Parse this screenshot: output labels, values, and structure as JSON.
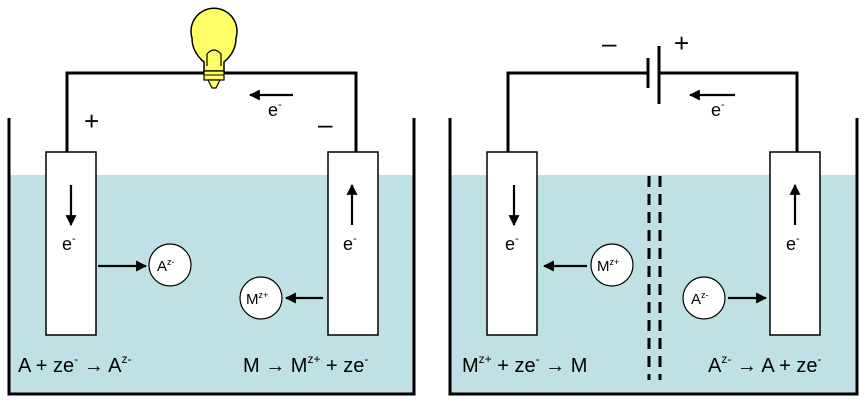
{
  "colors": {
    "electrolyte": "#bfe0e4",
    "bulb": "#ffff66",
    "stroke": "#000000",
    "electrode": "#ffffff"
  },
  "left_cell": {
    "plus_sign": "+",
    "minus_sign": "–",
    "wire_electron": {
      "base": "e",
      "sup": "-"
    },
    "left_electrode_electron": {
      "base": "e",
      "sup": "-"
    },
    "right_electrode_electron": {
      "base": "e",
      "sup": "-"
    },
    "anion": {
      "base": "A",
      "sup": "z-"
    },
    "cation": {
      "base": "M",
      "sup": "z+"
    },
    "eq_left": {
      "p1": "A + ze",
      "s1": "-",
      "p2": " → A",
      "s2": "z-"
    },
    "eq_right": {
      "p1": "M → M",
      "s1": "z+",
      "p2": " + ze",
      "s2": "-"
    },
    "icons": {
      "lamp": "light-bulb-icon"
    }
  },
  "right_cell": {
    "minus_sign": "–",
    "plus_sign": "+",
    "wire_electron": {
      "base": "e",
      "sup": "-"
    },
    "left_electrode_electron": {
      "base": "e",
      "sup": "-"
    },
    "right_electrode_electron": {
      "base": "e",
      "sup": "-"
    },
    "cation": {
      "base": "M",
      "sup": "z+"
    },
    "anion": {
      "base": "A",
      "sup": "z-"
    },
    "eq_left": {
      "p1": "M",
      "s1": "z+",
      "p2": " + ze",
      "s2": "-",
      "p3": " → M"
    },
    "eq_right": {
      "p1": "A",
      "s1": "z-",
      "p2": " → A + ze",
      "s2": "-"
    },
    "icons": {
      "battery": "battery-icon"
    }
  }
}
